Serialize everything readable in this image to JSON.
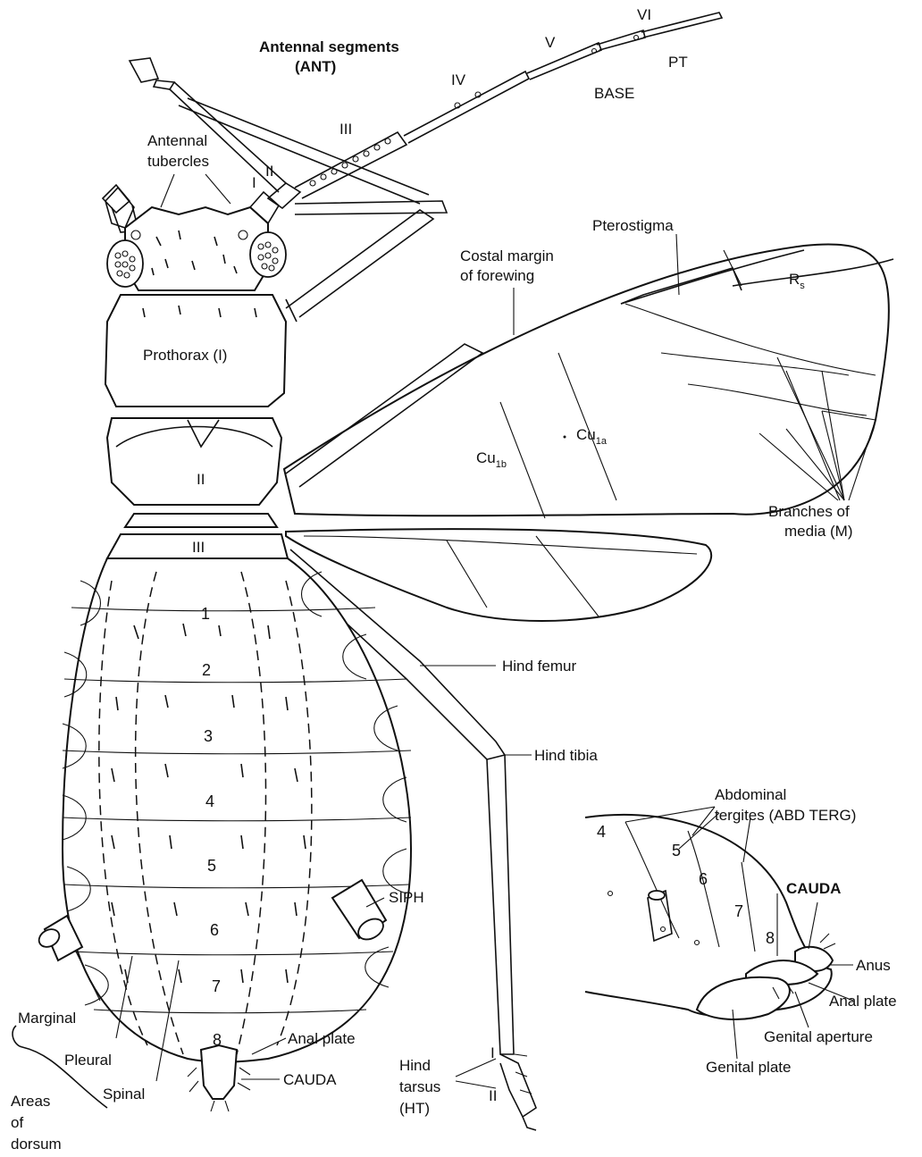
{
  "labels": {
    "antennal_segments": "Antennal segments",
    "ant": "(ANT)",
    "seg_I": "I",
    "seg_II": "II",
    "seg_III": "III",
    "seg_IV": "IV",
    "seg_V": "V",
    "seg_VI": "VI",
    "pt": "PT",
    "base": "BASE",
    "antennal_tubercles_1": "Antennal",
    "antennal_tubercles_2": "tubercles",
    "pterostigma": "Pterostigma",
    "costal_margin_1": "Costal margin",
    "costal_margin_2": "of forewing",
    "rs_main": "R",
    "rs_sub": "s",
    "prothorax": "Prothorax (I)",
    "thorax_II": "II",
    "thorax_III": "III",
    "cu1a_main": "Cu",
    "cu1a_sub": "1a",
    "cu1b_main": "Cu",
    "cu1b_sub": "1b",
    "branches_1": "Branches of",
    "branches_2": "media (M)",
    "hind_femur": "Hind femur",
    "hind_tibia": "Hind tibia",
    "siph": "SIPH",
    "marginal": "Marginal",
    "pleural": "Pleural",
    "spinal": "Spinal",
    "areas_1": "Areas",
    "areas_2": "of",
    "areas_3": "dorsum",
    "anal_plate": "Anal plate",
    "cauda": "CAUDA",
    "hind_tarsus_1": "Hind",
    "hind_tarsus_2": "tarsus",
    "hind_tarsus_3": "(HT)",
    "tarsus_I": "I",
    "tarsus_II": "II",
    "abd_tergites_1": "Abdominal",
    "abd_tergites_2": "tergites (ABD TERG)",
    "inset_cauda": "CAUDA",
    "anus": "Anus",
    "inset_anal_plate": "Anal plate",
    "genital_aperture": "Genital aperture",
    "genital_plate": "Genital plate"
  },
  "segments": [
    "1",
    "2",
    "3",
    "4",
    "5",
    "6",
    "7",
    "8"
  ],
  "inset_segments": [
    "4",
    "5",
    "6",
    "7",
    "8"
  ]
}
